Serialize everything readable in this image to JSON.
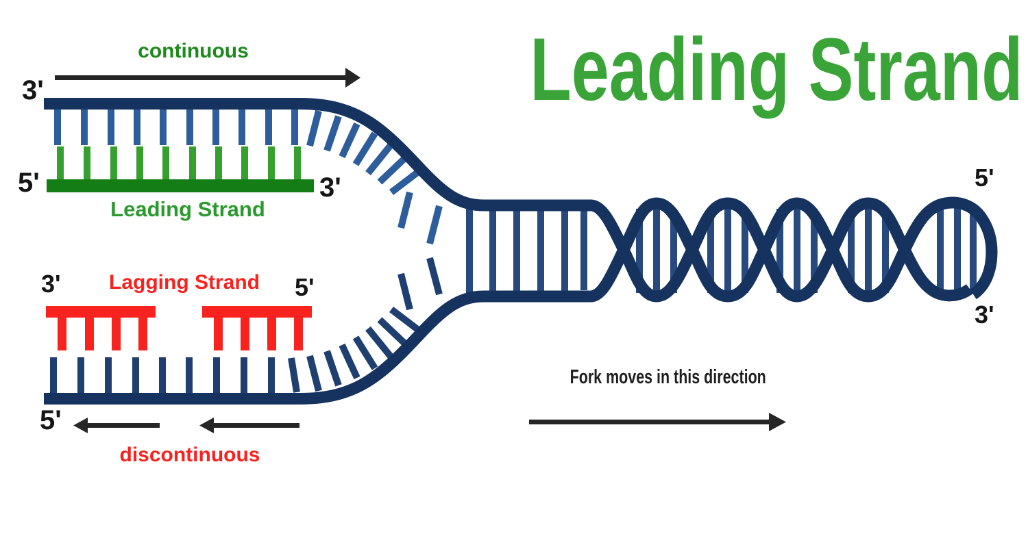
{
  "title": "Leading Strand",
  "colors": {
    "background": "#ffffff",
    "navy": "#16335f",
    "steel_blue": "#2e5d9c",
    "rung_blue": "#27497e",
    "lagging_teeth_blue": "#1f3f70",
    "green_bar": "#157d15",
    "green_teeth": "#35a02d",
    "green_title": "#3aa438",
    "green_text": "#2b9a2e",
    "green_continuous": "#1d8a1d",
    "red": "#f8221e",
    "ink": "#262626"
  },
  "leading": {
    "arrow_label": "continuous",
    "template_left_end": "3'",
    "strand_left_end": "5'",
    "strand_right_end": "3'",
    "strand_label": "Leading Strand"
  },
  "lagging": {
    "strand_label": "Lagging Strand",
    "fragment_left_end": "3'",
    "fragment_right_end": "5'",
    "template_left_end": "5'",
    "arrow_label": "discontinuous"
  },
  "fork": {
    "caption": "Fork moves in this direction"
  },
  "helix": {
    "top_right_end": "5'",
    "bottom_right_end": "3'"
  }
}
